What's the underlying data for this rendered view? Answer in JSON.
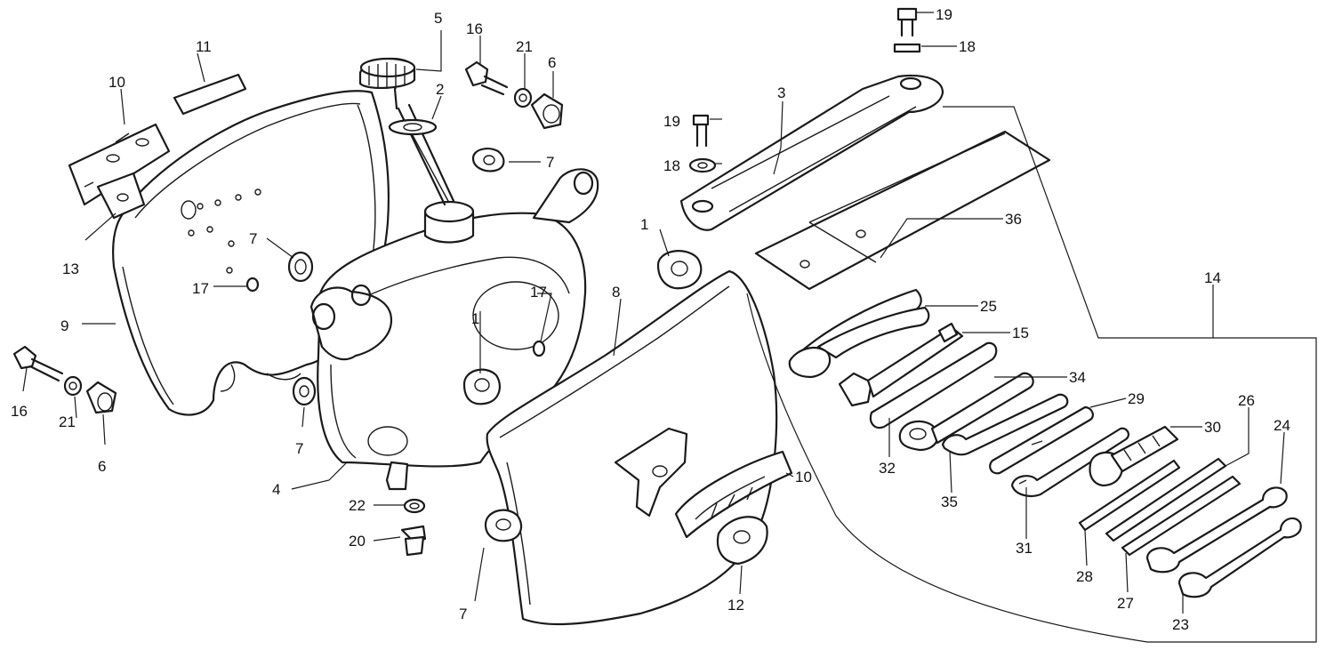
{
  "labels": {
    "p1": "1",
    "p2": "2",
    "p3": "3",
    "p4": "4",
    "p5": "5",
    "p6": "6",
    "p7": "7",
    "p8": "8",
    "p9": "9",
    "p10": "10",
    "p11": "11",
    "p12": "12",
    "p13": "13",
    "p14": "14",
    "p15": "15",
    "p16": "16",
    "p17": "17",
    "p18": "18",
    "p19": "19",
    "p20": "20",
    "p21": "21",
    "p22": "22",
    "p23": "23",
    "p24": "24",
    "p25": "25",
    "p26": "26",
    "p27": "27",
    "p28": "28",
    "p29": "29",
    "p30": "30",
    "p31": "31",
    "p32": "32",
    "p34": "34",
    "p35": "35",
    "p36": "36"
  }
}
